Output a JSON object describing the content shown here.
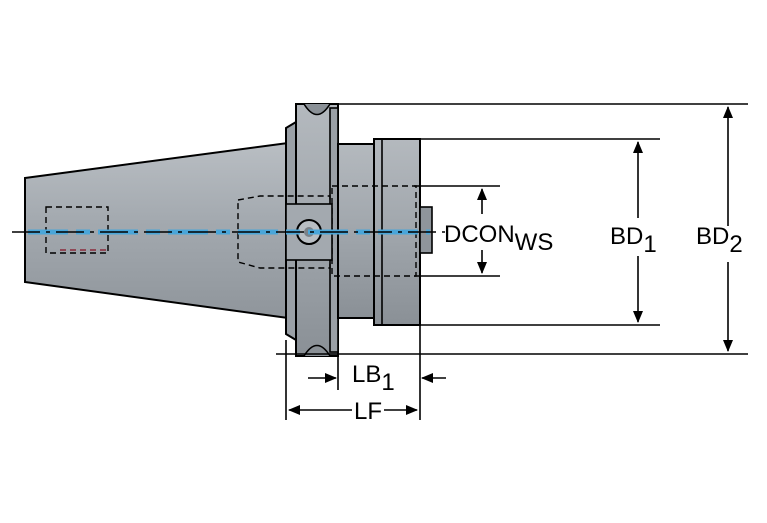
{
  "labels": {
    "dcon": {
      "main": "DCON",
      "sub": "WS"
    },
    "bd1": {
      "main": "BD",
      "sub": "1"
    },
    "bd2": {
      "main": "BD",
      "sub": "2"
    },
    "lb1": {
      "main": "LB",
      "sub": "1"
    },
    "lf": {
      "main": "LF"
    }
  },
  "colors": {
    "body": "#a3a9af",
    "body_light": "#c3c8cc",
    "body_dark": "#7b8187",
    "outline": "#000000",
    "coolant": "#4aa6d9",
    "hidden": "#8a2a3a"
  }
}
